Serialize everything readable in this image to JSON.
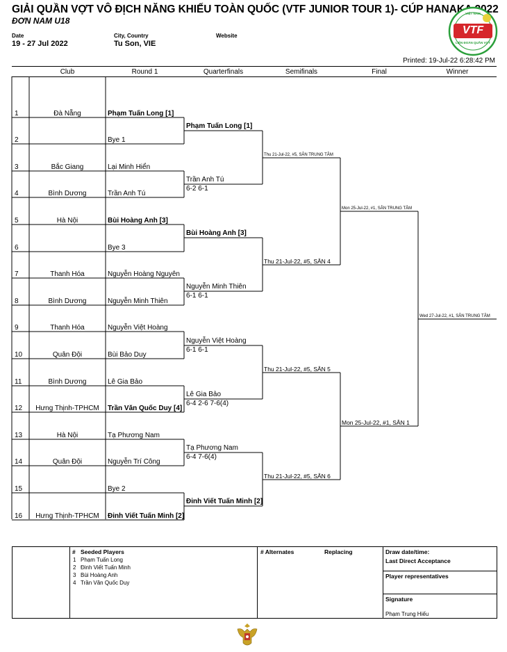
{
  "header": {
    "title": "GIẢI QUẦN VỢT VÔ ĐỊCH NĂNG KHIẾU TOÀN QUỐC (VTF JUNIOR TOUR 1)- CÚP HANAKA 2022",
    "subtitle": "ĐƠN NAM U18",
    "date_label": "Date",
    "date_value": "19 - 27 Jul 2022",
    "city_label": "City, Country",
    "city_value": "Tu Son, VIE",
    "website_label": "Website",
    "printed": "Printed: 19-Jul-22 6:28:42 PM"
  },
  "logo": {
    "text": "VTF",
    "caption": "LIÊN ĐOÀN QUẦN VỢT",
    "top_text": "VIỆT NAM",
    "color": "#d6262b",
    "ring_color": "#2a9f3a"
  },
  "columns": {
    "club": "Club",
    "round1": "Round 1",
    "qf": "Quarterfinals",
    "sf": "Semifinals",
    "final": "Final",
    "winner": "Winner"
  },
  "draw": [
    {
      "num": "1",
      "club": "Đà Nẵng",
      "player": "Phạm Tuấn Long [1]",
      "bold": true
    },
    {
      "num": "2",
      "club": "",
      "player": "Bye 1",
      "bold": false
    },
    {
      "num": "3",
      "club": "Bắc Giang",
      "player": "Lại Minh Hiển",
      "bold": false
    },
    {
      "num": "4",
      "club": "Bình Dương",
      "player": "Trần Anh Tú",
      "bold": false
    },
    {
      "num": "5",
      "club": "Hà Nội",
      "player": "Bùi Hoàng Anh [3]",
      "bold": true
    },
    {
      "num": "6",
      "club": "",
      "player": "Bye 3",
      "bold": false
    },
    {
      "num": "7",
      "club": "Thanh Hóa",
      "player": "Nguyễn Hoàng Nguyên",
      "bold": false
    },
    {
      "num": "8",
      "club": "Bình Dương",
      "player": "Nguyễn Minh Thiên",
      "bold": false
    },
    {
      "num": "9",
      "club": "Thanh Hóa",
      "player": "Nguyễn Việt Hoàng",
      "bold": false
    },
    {
      "num": "10",
      "club": "Quân Đội",
      "player": "Bùi Bảo Duy",
      "bold": false
    },
    {
      "num": "11",
      "club": "Bình Dương",
      "player": "Lê Gia Bảo",
      "bold": false
    },
    {
      "num": "12",
      "club": "Hưng Thịnh-TPHCM",
      "player": "Trần Văn Quốc Duy [4]",
      "bold": true
    },
    {
      "num": "13",
      "club": "Hà Nội",
      "player": "Tạ Phương Nam",
      "bold": false
    },
    {
      "num": "14",
      "club": "Quân Đội",
      "player": "Nguyễn Trí Công",
      "bold": false
    },
    {
      "num": "15",
      "club": "",
      "player": "Bye 2",
      "bold": false
    },
    {
      "num": "16",
      "club": "Hưng Thịnh-TPHCM",
      "player": "Đinh Viết Tuấn Minh [2]",
      "bold": true
    }
  ],
  "quarterfinals": [
    {
      "player": "Phạm Tuấn Long [1]",
      "score": "",
      "bold": true
    },
    {
      "player": "Trần Anh Tú",
      "score": "6-2 6-1",
      "bold": false
    },
    {
      "player": "Bùi Hoàng Anh [3]",
      "score": "",
      "bold": true
    },
    {
      "player": "Nguyễn Minh Thiên",
      "score": "6-1 6-1",
      "bold": false
    },
    {
      "player": "Nguyễn Việt Hoàng",
      "score": "6-1 6-1",
      "bold": false
    },
    {
      "player": "Lê Gia Bảo",
      "score": "6-4 2-6 7-6(4)",
      "bold": false
    },
    {
      "player": "Tạ Phương Nam",
      "score": "6-4 7-6(4)",
      "bold": false
    },
    {
      "player": "Đinh Viết Tuấn Minh [2]",
      "score": "",
      "bold": true
    }
  ],
  "semifinals": [
    "Thu 21-Jul-22, #5, SÂN TRUNG TÂM",
    "Thu 21-Jul-22, #5, SÂN 4",
    "Thu 21-Jul-22, #5, SÂN 5",
    "Thu 21-Jul-22, #5, SÂN 6"
  ],
  "finals": [
    "Mon 25-Jul-22, #1, SÂN TRUNG TÂM",
    "Mon 25-Jul-22, #1, SÂN 1"
  ],
  "winner_schedule": "Wed 27-Jul-22, #1, SÂN TRUNG TÂM",
  "footer": {
    "seed_hash": "#",
    "seeded_title": "Seeded Players",
    "seeds": [
      {
        "n": "1",
        "name": "Phạm Tuấn Long"
      },
      {
        "n": "2",
        "name": "Đinh Viết Tuấn Minh"
      },
      {
        "n": "3",
        "name": "Bùi Hoàng Anh"
      },
      {
        "n": "4",
        "name": "Trần Văn Quốc Duy"
      }
    ],
    "alternates": "# Alternates",
    "replacing": "Replacing",
    "draw_date": "Draw date/time:",
    "last_direct": "Last Direct Acceptance",
    "player_reps": "Player representatives",
    "signature": "Signature",
    "signer": "Phạm Trung Hiếu"
  }
}
